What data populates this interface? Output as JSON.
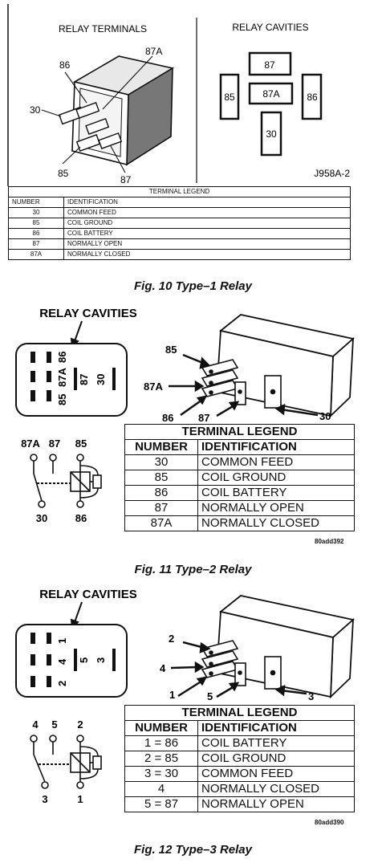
{
  "fig10": {
    "relay_terminals_title": "RELAY TERMINALS",
    "relay_cavities_title": "RELAY CAVITIES",
    "terminal_labels": {
      "t86": "86",
      "t87a": "87A",
      "t30": "30",
      "t85": "85",
      "t87": "87"
    },
    "cavity_labels": {
      "c87": "87",
      "c85": "85",
      "c87a": "87A",
      "c86": "86",
      "c30": "30"
    },
    "code": "J958A-2",
    "legend_title": "TERMINAL LEGEND",
    "legend_headers": {
      "number": "NUMBER",
      "identification": "IDENTIFICATION"
    },
    "legend_rows": [
      {
        "number": "30",
        "identification": "COMMON FEED"
      },
      {
        "number": "85",
        "identification": "COIL GROUND"
      },
      {
        "number": "86",
        "identification": "COIL BATTERY"
      },
      {
        "number": "87",
        "identification": "NORMALLY OPEN"
      },
      {
        "number": "87A",
        "identification": "NORMALLY CLOSED"
      }
    ],
    "caption": "Fig. 10 Type–1 Relay"
  },
  "fig11": {
    "cavities_title": "RELAY CAVITIES",
    "cavity_labels": {
      "c85": "85",
      "c87a": "87A",
      "c86": "86",
      "c87": "87",
      "c30": "30"
    },
    "terminal_labels": {
      "t85": "85",
      "t87a": "87A",
      "t86": "86",
      "t87": "87",
      "t30": "30"
    },
    "schematic_labels": {
      "s87a": "87A",
      "s87": "87",
      "s85": "85",
      "s30": "30",
      "s86": "86"
    },
    "legend_title": "TERMINAL LEGEND",
    "legend_headers": {
      "number": "NUMBER",
      "identification": "IDENTIFICATION"
    },
    "legend_rows": [
      {
        "number": "30",
        "identification": "COMMON FEED"
      },
      {
        "number": "85",
        "identification": "COIL GROUND"
      },
      {
        "number": "86",
        "identification": "COIL BATTERY"
      },
      {
        "number": "87",
        "identification": "NORMALLY OPEN"
      },
      {
        "number": "87A",
        "identification": "NORMALLY CLOSED"
      }
    ],
    "ref": "80add392",
    "caption": "Fig. 11 Type–2 Relay"
  },
  "fig12": {
    "cavities_title": "RELAY CAVITIES",
    "cavity_labels": {
      "c1": "1",
      "c4": "4",
      "c2": "2",
      "c5": "5",
      "c3": "3"
    },
    "terminal_labels": {
      "t2": "2",
      "t4": "4",
      "t1": "1",
      "t5": "5",
      "t3": "3"
    },
    "schematic_labels": {
      "s4": "4",
      "s5": "5",
      "s2": "2",
      "s3": "3",
      "s1": "1"
    },
    "legend_title": "TERMINAL LEGEND",
    "legend_headers": {
      "number": "NUMBER",
      "identification": "IDENTIFICATION"
    },
    "legend_rows": [
      {
        "number": "1 = 86",
        "identification": "COIL BATTERY"
      },
      {
        "number": "2 = 85",
        "identification": "COIL GROUND"
      },
      {
        "number": "3 = 30",
        "identification": "COMMON FEED"
      },
      {
        "number": "4",
        "identification": "NORMALLY CLOSED"
      },
      {
        "number": "5 = 87",
        "identification": "NORMALLY OPEN"
      }
    ],
    "ref": "80add390",
    "caption": "Fig. 12 Type–3 Relay"
  }
}
